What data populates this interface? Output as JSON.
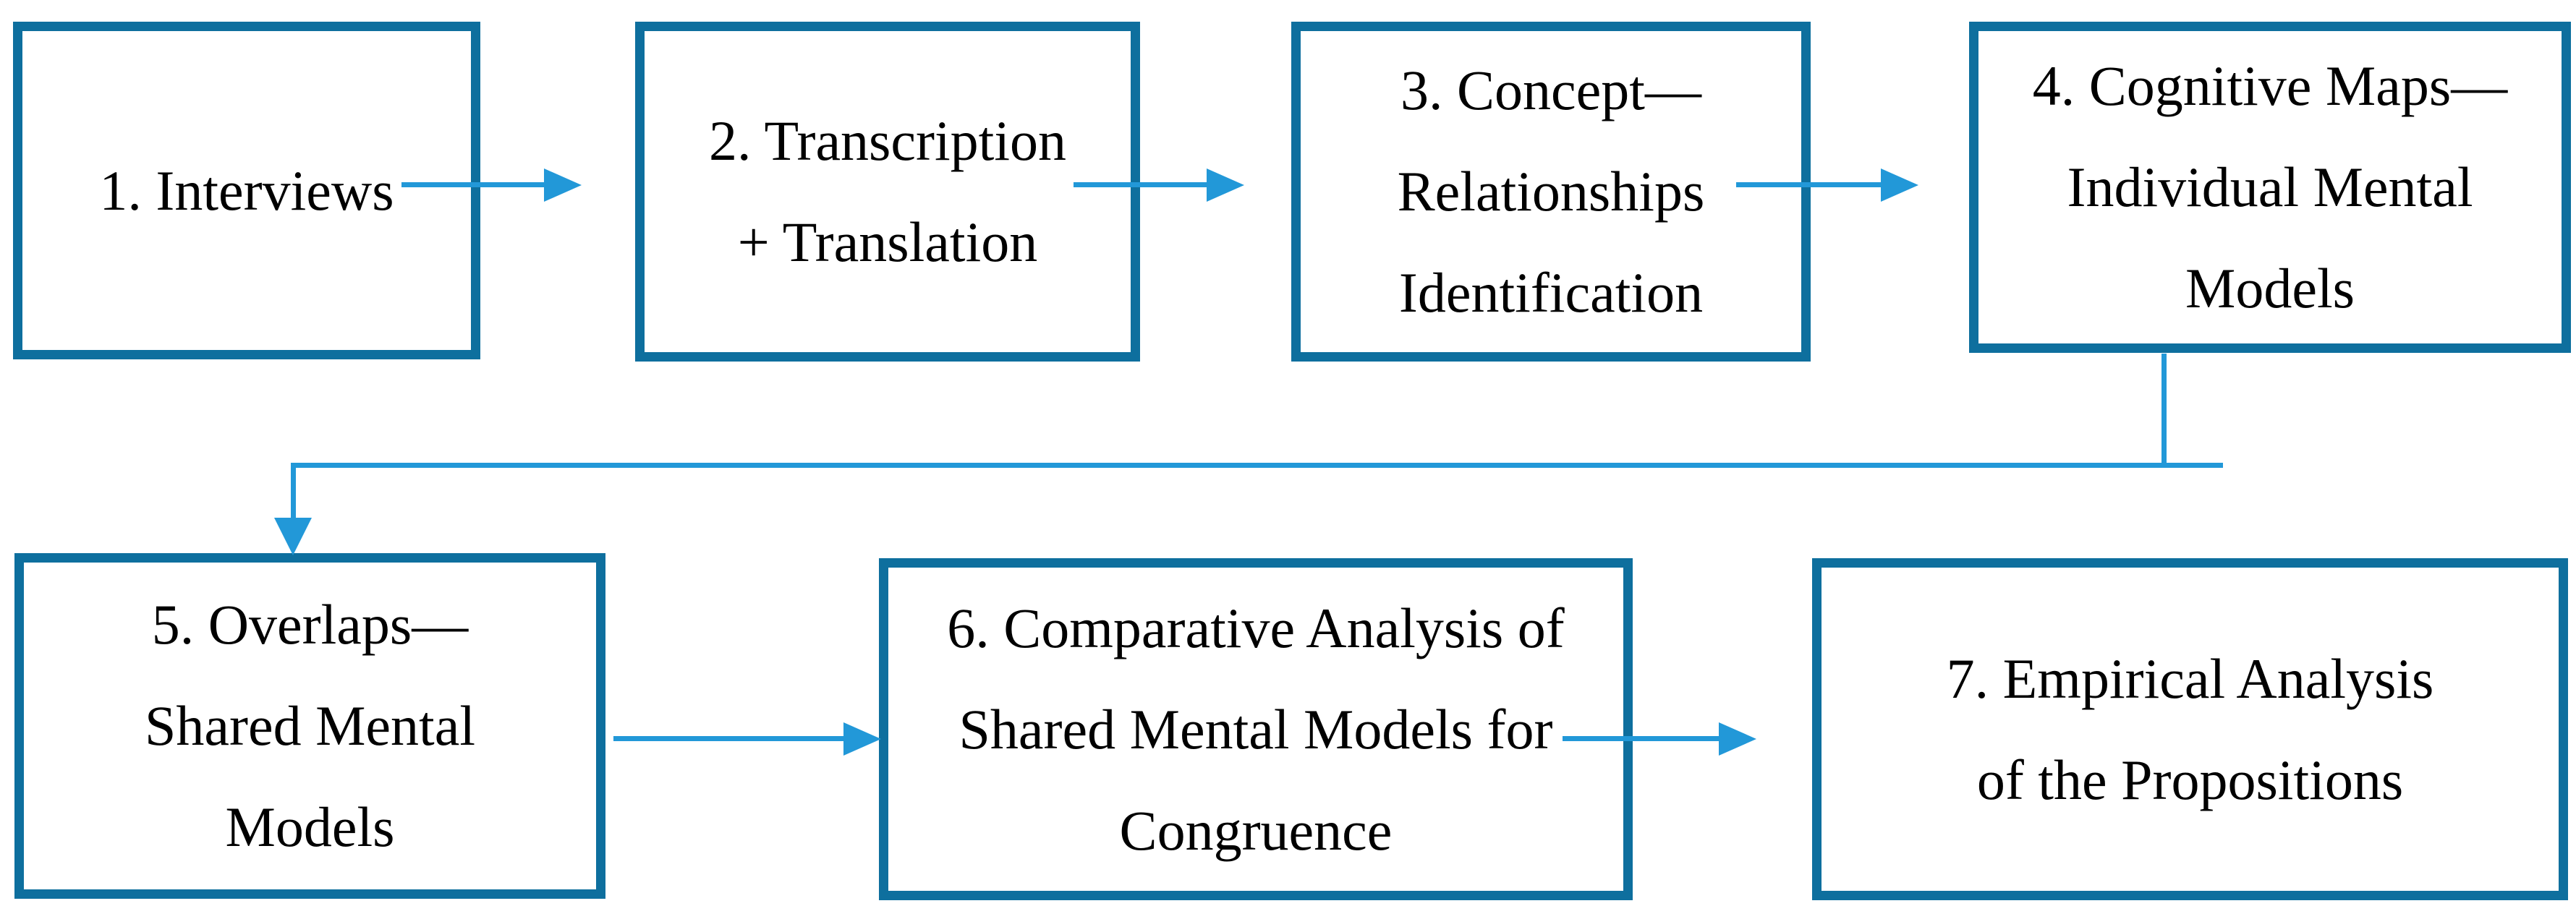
{
  "figure": {
    "type": "flowchart",
    "background": "#ffffff",
    "box_border_color": "#0e6f9e",
    "arrow_color": "#2298d8",
    "text_color": "#000000"
  },
  "boxes": [
    {
      "id": "1",
      "lines": [
        "1. Interviews"
      ]
    },
    {
      "id": "2",
      "lines": [
        "2. Transcription",
        "+ Translation"
      ]
    },
    {
      "id": "3",
      "lines": [
        "3. Concept—",
        "Relationships",
        "Identification"
      ]
    },
    {
      "id": "4",
      "lines": [
        "4. Cognitive Maps—",
        "Individual Mental",
        "Models"
      ]
    },
    {
      "id": "5",
      "lines": [
        "5. Overlaps—",
        "Shared Mental",
        "Models"
      ]
    },
    {
      "id": "6",
      "lines": [
        "6. Comparative Analysis of",
        "Shared Mental Models for",
        "Congruence"
      ]
    },
    {
      "id": "7",
      "lines": [
        "7. Empirical Analysis",
        "of the Propositions"
      ]
    }
  ],
  "connections": [
    {
      "from": "1",
      "to": "2",
      "style": "straight-right-arrow"
    },
    {
      "from": "2",
      "to": "3",
      "style": "straight-right-arrow"
    },
    {
      "from": "3",
      "to": "4",
      "style": "straight-right-arrow"
    },
    {
      "from": "4",
      "to": "5",
      "style": "elbow-down-left-down-arrow"
    },
    {
      "from": "5",
      "to": "6",
      "style": "straight-right-arrow"
    },
    {
      "from": "6",
      "to": "7",
      "style": "straight-right-arrow"
    }
  ]
}
